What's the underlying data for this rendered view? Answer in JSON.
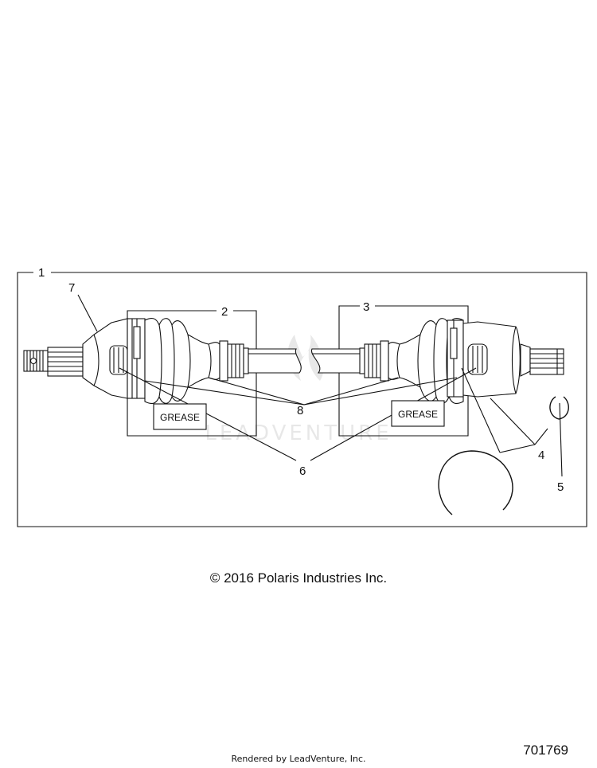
{
  "callouts": {
    "c1": "1",
    "c2": "2",
    "c3": "3",
    "c4": "4",
    "c5": "5",
    "c6": "6",
    "c7": "7",
    "c8": "8"
  },
  "labels": {
    "grease_left": "GREASE",
    "grease_right": "GREASE"
  },
  "watermark": "LEADVENTURE",
  "footer": {
    "copyright": "© 2016 Polaris Industries Inc.",
    "part_number": "701769",
    "rendered_by": "Rendered by LeadVenture, Inc."
  }
}
